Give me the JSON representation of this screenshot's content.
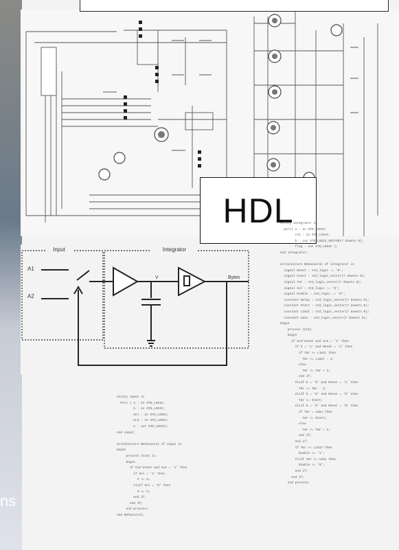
{
  "title_box": {
    "text": ""
  },
  "hdl_label": "HDL",
  "block_diagram": {
    "input_label": "Input",
    "integrator_label": "Integrator",
    "input_a": "A1",
    "input_b": "A2",
    "node_v": "V",
    "output_label": "Bytes"
  },
  "left_fragment": "ns",
  "code_right": "entity integrator is\n  port( a : in STD_LOGIC;\n        clk : in STD_LOGIC;\n        b : out STD_LOGIC_VECTOR(7 downto 0);\n        flag : out STD_LOGIC );\nend integrator;\n\narchitecture Behavioral of integrator is\n  signal Reset : std_logic := '0';\n  signal Count : std_logic_vector(7 downto 0);\n  signal Tmr : std_logic_vector(7 downto 0);\n  signal Sel : std_logic := '0';\n  signal Enable : std_logic := '0';\n  constant Delay : std_logic_vector(7 downto 0);\n  constant Start : std_logic_vector(7 downto 0);\n  constant Limit : std_logic_vector(7 downto 0);\n  constant Lmax : std_logic_vector(7 downto 0);\nbegin\n    process (CLK)\n    begin\n      if CLK'event and CLK = '1' then\n        if b = '1' and Reset = '1' then\n          if Tmr >= Limit then\n            Tmr <= Limit - 1;\n          else\n            Tmr <= Tmr + 1;\n          end if;\n        elsif b = '0' and Reset = '1' then\n          Tmr <= Tmr - 1;\n        elsif b = '0' and Reset = '0' then\n          Tmr <= Start;\n        elsif b = '0' and Reset = '0' then\n          if Tmr = Lmax then\n            Tmr <= Start;\n          else\n            Tmr <= Tmr + 1;\n          end if;\n        end if;\n        if Tmr >= Limit then\n          Enable <= '1';\n        elsif Tmr <= Lmax then\n          Enable <= '0';\n        end if;\n      end if;\n    end process;",
  "code_bottom": "entity input is\n  Port ( a : in STD_LOGIC;\n         b : in STD_LOGIC;\n         Sel : in STD_LOGIC;\n         CLK : in STD_LOGIC;\n         X : out STD_LOGIC);\nend input;\n\narchitecture Behavioral of input is\nbegin\n     process (CLK) is\n     begin\n       if CLK'event and CLK = '1' then\n         if Sel = '1' then\n           X <= a;\n         elsif Sel = '0' then\n           X <= b;\n         end if;\n       end if;\n     end process;\nend Behavioral;"
}
